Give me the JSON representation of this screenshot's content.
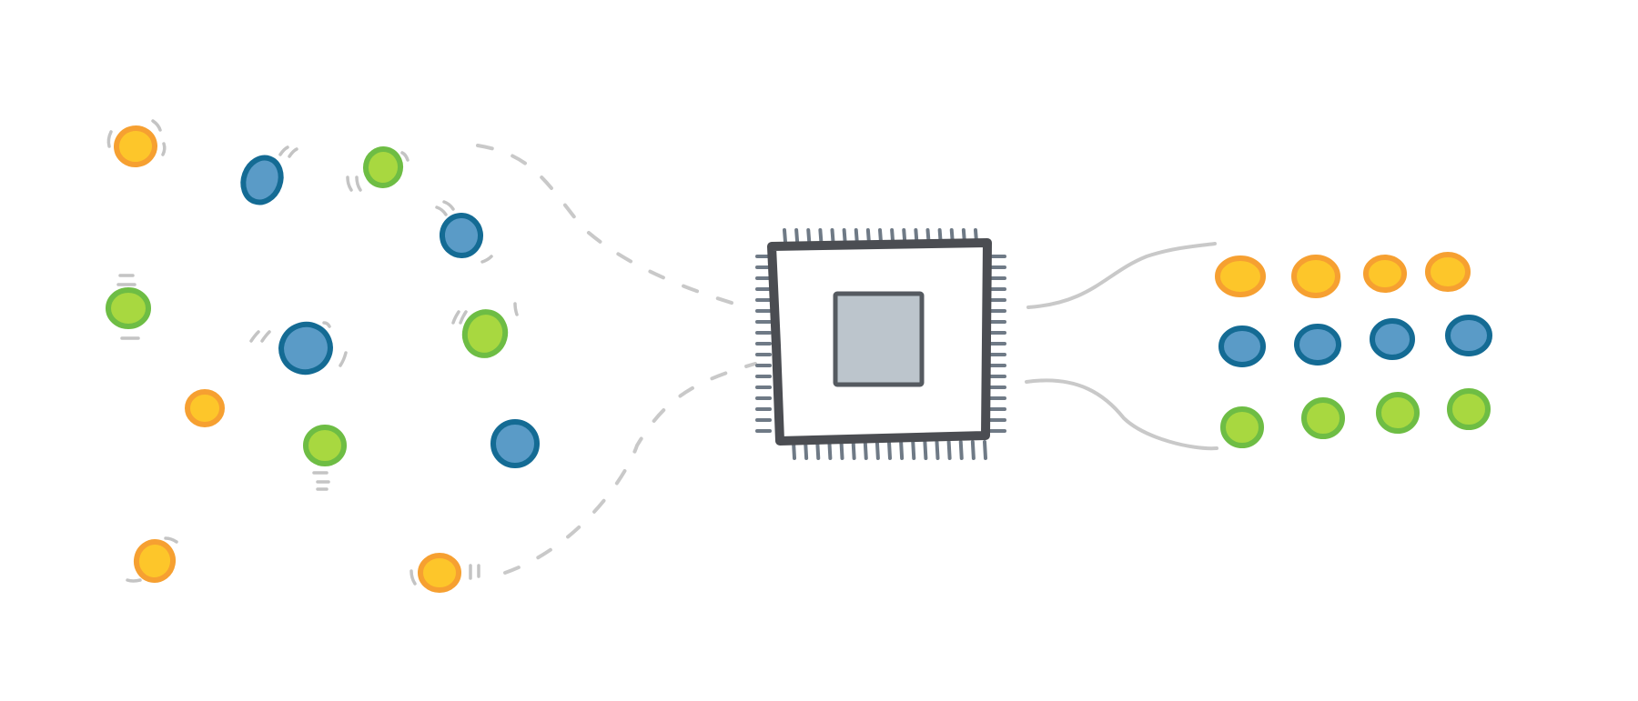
{
  "colors": {
    "background": "#ffffff",
    "orange_fill": "#fdc62a",
    "orange_stroke": "#f6a031",
    "blue_fill": "#5a9bc7",
    "blue_stroke": "#146b94",
    "green_fill": "#a8d840",
    "green_stroke": "#6ebd44",
    "chip_border": "#4b4d52",
    "chip_pins": "#6f7a86",
    "chip_core_fill": "#bcc5cc",
    "chip_core_stroke": "#555a60",
    "connector": "#c9c9c9",
    "motion_marks": "#c4c4c4"
  },
  "diagram": {
    "scattered_inputs": [
      {
        "color": "orange"
      },
      {
        "color": "blue"
      },
      {
        "color": "green"
      },
      {
        "color": "blue"
      },
      {
        "color": "green"
      },
      {
        "color": "blue"
      },
      {
        "color": "green"
      },
      {
        "color": "orange"
      },
      {
        "color": "green"
      },
      {
        "color": "blue"
      },
      {
        "color": "orange"
      },
      {
        "color": "orange"
      }
    ],
    "processor": {
      "icon": "processor-chip-icon"
    },
    "sorted_outputs": [
      {
        "color": "orange",
        "count": 4
      },
      {
        "color": "blue",
        "count": 4
      },
      {
        "color": "green",
        "count": 4
      }
    ]
  }
}
